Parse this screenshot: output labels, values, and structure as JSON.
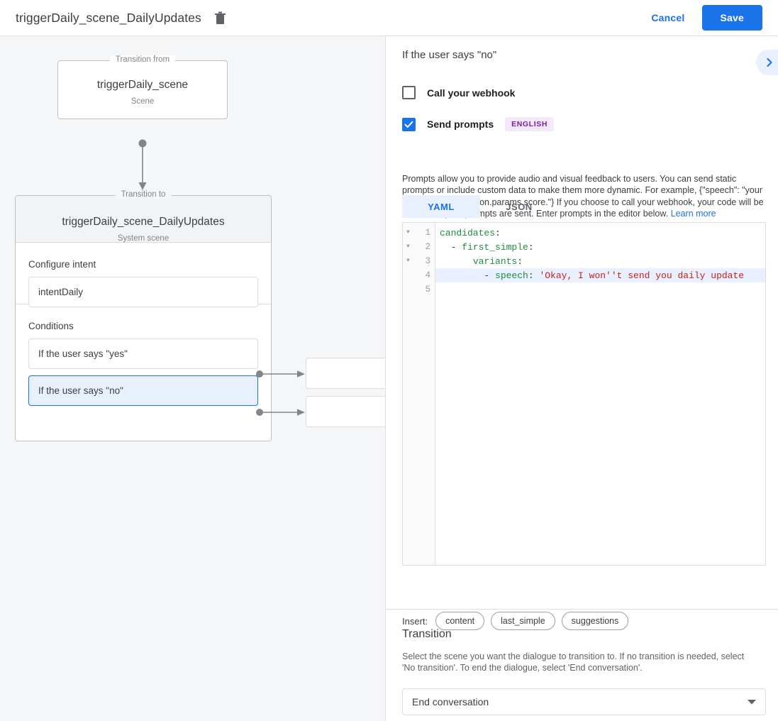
{
  "topbar": {
    "title": "triggerDaily_scene_DailyUpdates",
    "delete_icon": "trash-icon",
    "cancel_label": "Cancel",
    "save_label": "Save"
  },
  "canvas": {
    "from_node": {
      "legend": "Transition from",
      "title": "triggerDaily_scene",
      "subtitle": "Scene"
    },
    "to_node": {
      "legend": "Transition to",
      "title": "triggerDaily_scene_DailyUpdates",
      "subtitle": "System scene"
    },
    "intent_section": {
      "label": "Configure intent",
      "value": "intentDaily"
    },
    "conditions_section": {
      "label": "Conditions",
      "items": [
        {
          "label": "If the user says \"yes\"",
          "selected": false
        },
        {
          "label": "If the user says \"no\"",
          "selected": true
        }
      ]
    },
    "target_nodes": [
      {
        "label": ""
      },
      {
        "label": ""
      }
    ]
  },
  "panel": {
    "title": "If the user says \"no\"",
    "expand_icon": "chevron-right-icon",
    "webhook": {
      "label": "Call your webhook",
      "checked": false
    },
    "prompts": {
      "label": "Send prompts",
      "checked": true,
      "language_badge": "ENGLISH",
      "description": "Prompts allow you to provide audio and visual feedback to users. You can send static prompts or include custom data to make them more dynamic. For example, {\"speech\": \"your total score is $session.params.score.\"} If you choose to call your webhook, your code will be run before your prompts are sent. Enter prompts in the editor below.",
      "learn_more": "Learn more"
    },
    "format_tabs": [
      {
        "label": "YAML",
        "active": true
      },
      {
        "label": "JSON",
        "active": false
      }
    ],
    "editor": {
      "lines": [
        {
          "num": "1",
          "fold": true,
          "highlighted": false,
          "tokens": [
            {
              "t": "candidates",
              "c": "k"
            },
            {
              "t": ":",
              "c": "p"
            }
          ]
        },
        {
          "num": "2",
          "fold": true,
          "highlighted": false,
          "tokens": [
            {
              "t": "  - ",
              "c": "p"
            },
            {
              "t": "first_simple",
              "c": "k"
            },
            {
              "t": ":",
              "c": "p"
            }
          ]
        },
        {
          "num": "3",
          "fold": true,
          "highlighted": false,
          "tokens": [
            {
              "t": "      ",
              "c": "p"
            },
            {
              "t": "variants",
              "c": "k"
            },
            {
              "t": ":",
              "c": "p"
            }
          ]
        },
        {
          "num": "4",
          "fold": false,
          "highlighted": true,
          "tokens": [
            {
              "t": "        - ",
              "c": "p"
            },
            {
              "t": "speech",
              "c": "k"
            },
            {
              "t": ": ",
              "c": "p"
            },
            {
              "t": "'Okay, I won''t send you daily update",
              "c": "s"
            }
          ]
        },
        {
          "num": "5",
          "fold": false,
          "highlighted": false,
          "tokens": []
        }
      ]
    },
    "insert": {
      "label": "Insert:",
      "chips": [
        "content",
        "last_simple",
        "suggestions"
      ]
    },
    "transition": {
      "title": "Transition",
      "description": "Select the scene you want the dialogue to transition to. If no transition is needed, select 'No transition'. To end the dialogue, select 'End conversation'.",
      "selected_value": "End conversation",
      "dropdown_icon": "chevron-down-icon"
    }
  },
  "colors": {
    "accent": "#1a73e8",
    "accent_light": "#e8f0fe",
    "badge_bg": "#f3e8fd",
    "badge_fg": "#7b1fa2",
    "canvas_bg": "#f5f6f8",
    "yaml_key": "#1e8e3e",
    "yaml_string": "#c5221f"
  }
}
